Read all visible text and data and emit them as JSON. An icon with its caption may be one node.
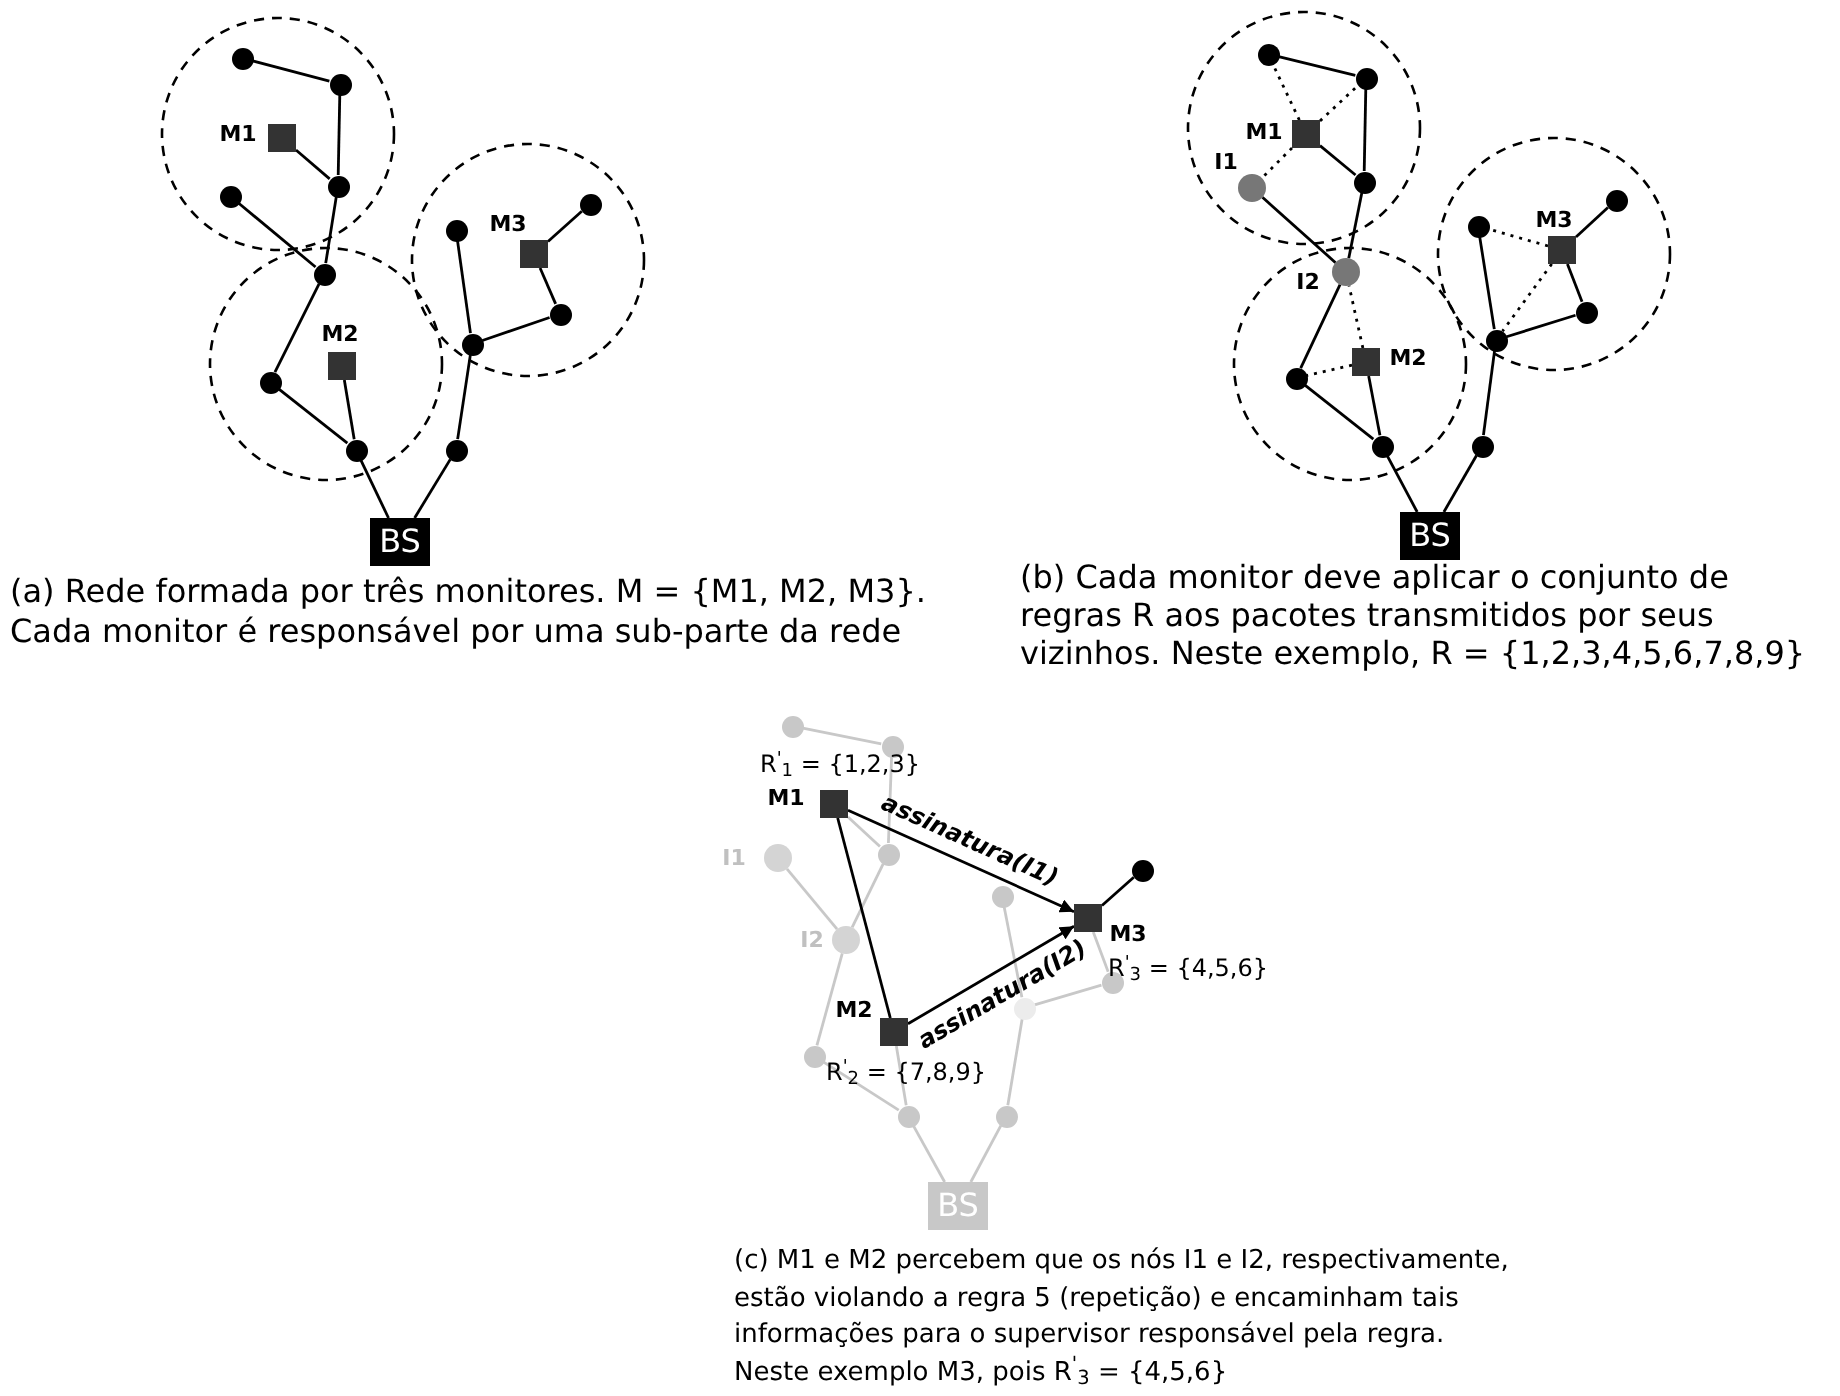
{
  "diagram": {
    "nodes": [
      {
        "text": [],
        "shape": "circle"
      },
      {
        "text": [],
        "shape": "circle"
      },
      {
        "text": [],
        "shape": "box",
        "beside": [
          "M1"
        ]
      },
      {
        "text": [],
        "shape": "circle"
      },
      {
        "text": [],
        "shape": "circle"
      },
      {
        "text": [],
        "shape": "circle"
      },
      {
        "text": [],
        "shape": "box",
        "beside": [
          "M2"
        ]
      },
      {
        "text": [],
        "shape": "circle"
      },
      {
        "text": [],
        "shape": "circle"
      },
      {
        "text": [
          "BS"
        ]
      },
      {
        "text": [],
        "shape": "circle"
      },
      {
        "text": [],
        "shape": "circle"
      },
      {
        "text": [],
        "shape": "circle"
      },
      {
        "text": [],
        "shape": "circle"
      },
      {
        "text": [],
        "shape": "box",
        "beside": [
          "M3"
        ]
      },
      {
        "text": [],
        "shape": "circle"
      },
      {
        "text": [],
        "shape": "circle"
      },
      {
        "text": [],
        "shape": "circle"
      },
      {
        "text": [],
        "shape": "box",
        "beside": [
          "M1"
        ]
      },
      {
        "text": [],
        "shape": "circle",
        "beside": [
          "I1"
        ]
      },
      {
        "text": [],
        "shape": "circle"
      },
      {
        "text": [],
        "shape": "circle",
        "beside": [
          "I2"
        ]
      },
      {
        "text": [],
        "shape": "box",
        "beside": [
          "M2"
        ]
      },
      {
        "text": [],
        "shape": "circle"
      },
      {
        "text": [],
        "shape": "circle"
      },
      {
        "text": [
          "BS"
        ]
      },
      {
        "text": [],
        "shape": "circle"
      },
      {
        "text": [],
        "shape": "circle"
      },
      {
        "text": [],
        "shape": "circle"
      },
      {
        "text": [],
        "shape": "circle"
      },
      {
        "text": [],
        "shape": "box",
        "beside": [
          "M3"
        ]
      },
      {
        "text": [],
        "shape": "circle"
      },
      {
        "text": [],
        "shape": "circle"
      },
      {
        "text": [],
        "shape": "circle"
      },
      {
        "text": [],
        "shape": "box",
        "beside": [
          "M1",
          "R$^{'}$$_{1}$ = {1,2,3}"
        ]
      },
      {
        "text": [],
        "shape": "circle"
      },
      {
        "text": [],
        "shape": "circle",
        "beside": [
          "I1"
        ]
      },
      {
        "text": [],
        "shape": "circle",
        "beside": [
          "I2"
        ]
      },
      {
        "text": [],
        "shape": "box",
        "beside": [
          "M2",
          "R$^{'}$$_{2}$ = {7,8,9}"
        ]
      },
      {
        "text": [],
        "shape": "circle"
      },
      {
        "text": [],
        "shape": "circle"
      },
      {
        "text": [
          "BS"
        ]
      },
      {
        "text": [],
        "shape": "circle"
      },
      {
        "text": [],
        "shape": "circle"
      },
      {
        "text": [],
        "shape": "circle"
      },
      {
        "text": [],
        "shape": "circle"
      },
      {
        "text": [],
        "shape": "box",
        "beside": [
          "M3",
          "R$^{'}$$_{3}$ = {4,5,6}"
        ]
      },
      {
        "text": [],
        "shape": "circle"
      }
    ],
    "edges": [
      {
        "from": 0,
        "to": 1,
        "arrow": "none"
      },
      {
        "from": 1,
        "to": 3,
        "arrow": "none"
      },
      {
        "from": 2,
        "to": 3,
        "arrow": "none"
      },
      {
        "from": 3,
        "to": 5,
        "arrow": "none"
      },
      {
        "from": 4,
        "to": 5,
        "arrow": "none"
      },
      {
        "from": 5,
        "to": 7,
        "arrow": "none"
      },
      {
        "from": 7,
        "to": 8,
        "arrow": "none"
      },
      {
        "from": 6,
        "to": 8,
        "arrow": "none"
      },
      {
        "from": 8,
        "to": 9,
        "arrow": "none"
      },
      {
        "from": 9,
        "to": 10,
        "arrow": "none"
      },
      {
        "from": 10,
        "to": 11,
        "arrow": "none"
      },
      {
        "from": 12,
        "to": 11,
        "arrow": "none"
      },
      {
        "from": 11,
        "to": 13,
        "arrow": "none"
      },
      {
        "from": 13,
        "to": 14,
        "arrow": "none"
      },
      {
        "from": 14,
        "to": 15,
        "arrow": "none"
      },
      {
        "from": 16,
        "to": 17,
        "arrow": "none"
      },
      {
        "from": 17,
        "to": 20,
        "arrow": "none"
      },
      {
        "from": 18,
        "to": 20,
        "arrow": "none"
      },
      {
        "from": 20,
        "to": 21,
        "arrow": "none"
      },
      {
        "from": 19,
        "to": 21,
        "arrow": "none"
      },
      {
        "from": 21,
        "to": 23,
        "arrow": "none"
      },
      {
        "from": 23,
        "to": 24,
        "arrow": "none"
      },
      {
        "from": 22,
        "to": 24,
        "arrow": "none"
      },
      {
        "from": 24,
        "to": 25,
        "arrow": "none"
      },
      {
        "from": 25,
        "to": 26,
        "arrow": "none"
      },
      {
        "from": 26,
        "to": 27,
        "arrow": "none"
      },
      {
        "from": 28,
        "to": 27,
        "arrow": "none"
      },
      {
        "from": 27,
        "to": 29,
        "arrow": "none"
      },
      {
        "from": 29,
        "to": 30,
        "arrow": "none"
      },
      {
        "from": 30,
        "to": 31,
        "arrow": "none"
      },
      {
        "from": 18,
        "to": 16,
        "arrow": "none",
        "style": "dashed"
      },
      {
        "from": 18,
        "to": 17,
        "arrow": "none",
        "style": "dashed"
      },
      {
        "from": 18,
        "to": 19,
        "arrow": "none",
        "style": "dashed"
      },
      {
        "from": 22,
        "to": 21,
        "arrow": "none",
        "style": "dashed"
      },
      {
        "from": 22,
        "to": 23,
        "arrow": "none",
        "style": "dashed"
      },
      {
        "from": 30,
        "to": 28,
        "arrow": "none",
        "style": "dashed"
      },
      {
        "from": 30,
        "to": 27,
        "arrow": "none",
        "style": "dashed"
      },
      {
        "from": 32,
        "to": 33,
        "arrow": "none",
        "color": "#c8c8c8"
      },
      {
        "from": 33,
        "to": 35,
        "arrow": "none",
        "color": "#c8c8c8"
      },
      {
        "from": 34,
        "to": 35,
        "arrow": "none",
        "color": "#c8c8c8"
      },
      {
        "from": 35,
        "to": 37,
        "arrow": "none",
        "color": "#c8c8c8"
      },
      {
        "from": 36,
        "to": 37,
        "arrow": "none",
        "color": "#c8c8c8"
      },
      {
        "from": 37,
        "to": 39,
        "arrow": "none",
        "color": "#c8c8c8"
      },
      {
        "from": 39,
        "to": 40,
        "arrow": "none",
        "color": "#c8c8c8"
      },
      {
        "from": 38,
        "to": 40,
        "arrow": "none",
        "color": "#c8c8c8"
      },
      {
        "from": 40,
        "to": 41,
        "arrow": "none",
        "color": "#c8c8c8"
      },
      {
        "from": 41,
        "to": 42,
        "arrow": "none",
        "color": "#c8c8c8"
      },
      {
        "from": 42,
        "to": 43,
        "arrow": "none",
        "color": "#c8c8c8"
      },
      {
        "from": 44,
        "to": 43,
        "arrow": "none",
        "color": "#c8c8c8"
      },
      {
        "from": 43,
        "to": 45,
        "arrow": "none",
        "color": "#c8c8c8"
      },
      {
        "from": 45,
        "to": 46,
        "arrow": "none",
        "color": "#c8c8c8"
      },
      {
        "from": 46,
        "to": 47,
        "arrow": "none"
      },
      {
        "from": 34,
        "to": 38,
        "arrow": "none"
      },
      {
        "from": 34,
        "to": 46,
        "arrow": "to",
        "label": "assinatura(I1)"
      },
      {
        "from": 38,
        "to": 46,
        "arrow": "to",
        "label": "assinatura(I2)"
      }
    ],
    "labels": [
      "(a) Rede formada por três monitores. M = {M1, M2, M3}. Cada monitor é responsável por uma sub-parte da rede",
      "(b) Cada monitor deve aplicar o conjunto de regras R aos pacotes transmitidos por seus vizinhos. Neste exemplo, R = {1,2,3,4,5,6,7,8,9}",
      "(c) M1 e M2 percebem que os nós I1 e I2, respectivamente, estão violando a regra 5 (repetição) e encaminham tais informações para o supervisor responsável pela regra. Neste exemplo M3, pois R$^{'}$$_{3}$ = {4,5,6}"
    ]
  }
}
